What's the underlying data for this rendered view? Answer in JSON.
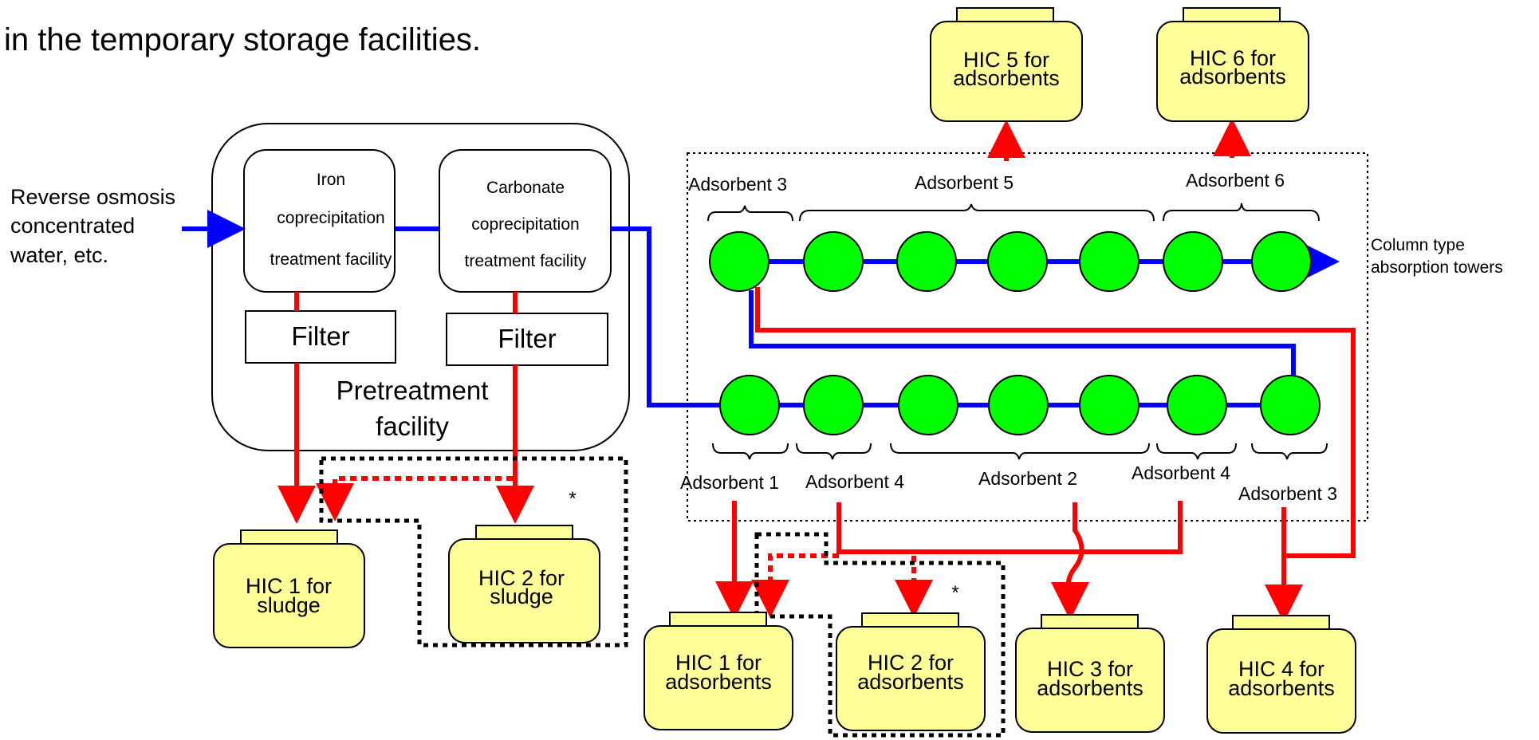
{
  "caption": "in the temporary storage facilities.",
  "pretreatment": {
    "label_line1": "Pretreatment",
    "label_line2": "facility",
    "iron": {
      "line1": "Iron",
      "line2": "coprecipitation",
      "line3": "treatment facility"
    },
    "carbonate": {
      "line1": "Carbonate",
      "line2": "coprecipitation",
      "line3": "treatment facility"
    },
    "filter1": "Filter",
    "filter2": "Filter"
  },
  "inlet": {
    "line1": "Reverse osmosis",
    "line2": "concentrated",
    "line3": "water, etc."
  },
  "outlet": {
    "line1": "Column type",
    "line2": "absorption towers"
  },
  "top_row_labels": {
    "a3": "Adsorbent 3",
    "a5": "Adsorbent 5",
    "a6": "Adsorbent 6"
  },
  "bottom_row_labels": {
    "a1": "Adsorbent 1",
    "a4a": "Adsorbent 4",
    "a2": "Adsorbent 2",
    "a4b": "Adsorbent 4",
    "a3": "Adsorbent 3"
  },
  "containers": {
    "hic1_sludge": {
      "line1": "HIC 1 for",
      "line2": "sludge"
    },
    "hic2_sludge": {
      "line1": "HIC 2 for",
      "line2": "sludge"
    },
    "hic1_ads": {
      "line1": "HIC 1 for",
      "line2": "adsorbents"
    },
    "hic2_ads": {
      "line1": "HIC 2 for",
      "line2": "adsorbents"
    },
    "hic3_ads": {
      "line1": "HIC 3 for",
      "line2": "adsorbents"
    },
    "hic4_ads": {
      "line1": "HIC 4 for",
      "line2": "adsorbents"
    },
    "hic5_ads": {
      "line1": "HIC 5 for",
      "line2": "adsorbents"
    },
    "hic6_ads": {
      "line1": "HIC 6 for",
      "line2": "adsorbents"
    }
  },
  "asterisk_1": "*",
  "asterisk_2": "*",
  "colors": {
    "flow_water": "#0000ff",
    "flow_waste": "#ff0000",
    "column_fill": "#00ff00",
    "container_fill": "#ffff99"
  }
}
